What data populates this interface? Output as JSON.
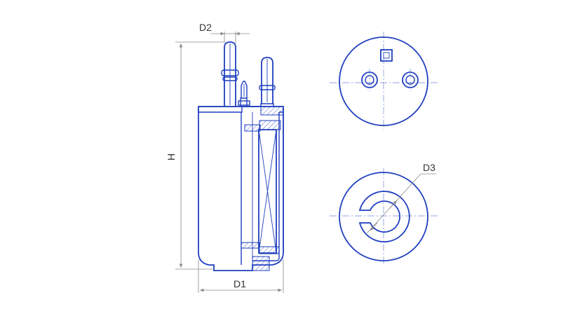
{
  "labels": {
    "d2": "D2",
    "h": "H",
    "d1": "D1",
    "d3": "D3"
  },
  "colors": {
    "line": "#1f3fbf",
    "centerline": "#6f86d9",
    "dimension": "#8a8a8a",
    "text": "#333333"
  }
}
